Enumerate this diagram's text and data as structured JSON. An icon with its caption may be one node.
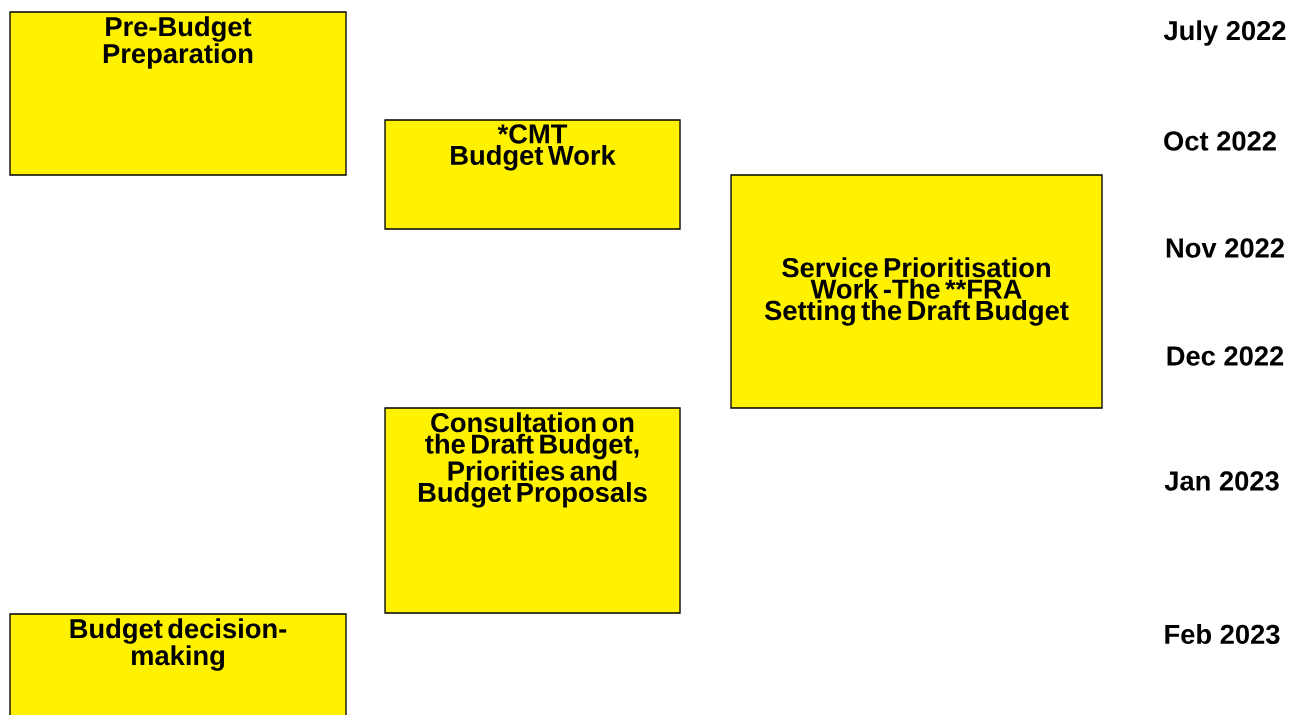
{
  "diagram": {
    "nodes": [
      {
        "text": [
          "Pre-Budget Preparation"
        ]
      },
      {
        "text": [
          "*CMT Budget Work"
        ]
      },
      {
        "text": [
          "Service Prioritisation Work -The **FRA Setting the Draft Budget"
        ]
      },
      {
        "text": [
          "Consultation on the Draft Budget, Priorities and Budget Proposals"
        ]
      },
      {
        "text": [
          "Budget decision-making"
        ]
      }
    ],
    "labels": [
      "July 2022",
      "Oct 2022",
      "Nov 2022",
      "Dec 2022",
      "Jan 2023",
      "Feb 2023"
    ]
  }
}
